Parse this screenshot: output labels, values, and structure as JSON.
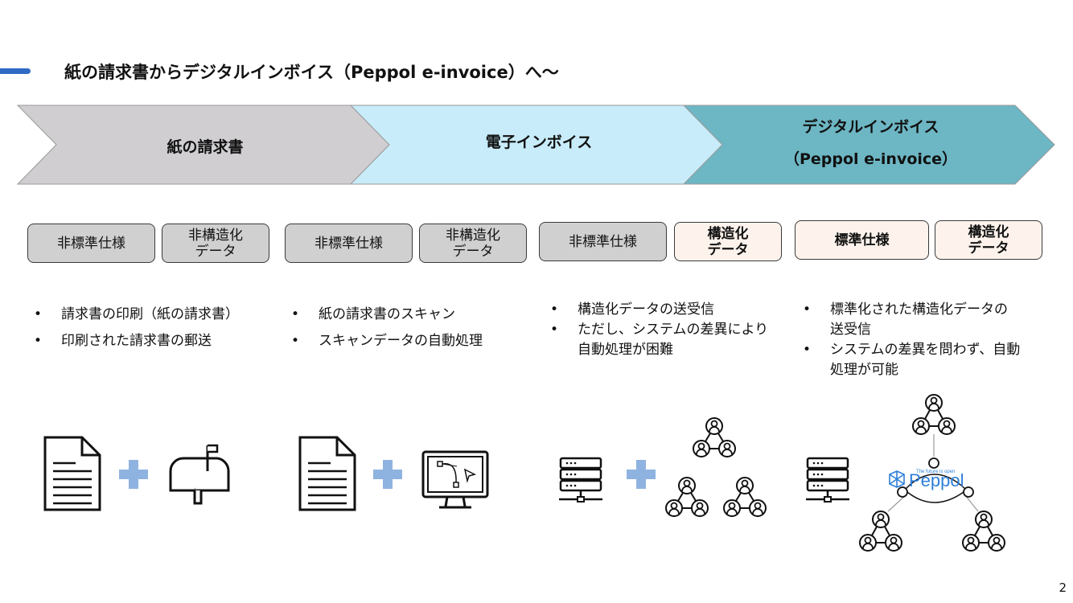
{
  "title": "紙の請求書からデジタルインボイス（Peppol e-invoice）へ～",
  "stages": [
    {
      "label_lines": [
        "紙の請求書"
      ],
      "fill": "#d0ced1"
    },
    {
      "label_lines": [
        "電子インボイス"
      ],
      "fill": "#c8ecf9"
    },
    {
      "label_lines": [
        "デジタルインボイス",
        "（Peppol e-invoice）"
      ],
      "fill": "#6db6c4"
    }
  ],
  "tags": [
    {
      "text": "非標準仕様",
      "style": "grey"
    },
    {
      "text": "非構造化\nデータ",
      "style": "grey"
    },
    {
      "text": "非標準仕様",
      "style": "grey"
    },
    {
      "text": "非構造化\nデータ",
      "style": "grey"
    },
    {
      "text": "非標準仕様",
      "style": "grey"
    },
    {
      "text": "構造化\nデータ",
      "style": "cream"
    },
    {
      "text": "標準仕様",
      "style": "cream"
    },
    {
      "text": "構造化\nデータ",
      "style": "cream"
    }
  ],
  "bullets": [
    [
      "請求書の印刷（紙の請求書）",
      "印刷された請求書の郵送"
    ],
    [
      "紙の請求書のスキャン",
      "スキャンデータの自動処理"
    ],
    [
      "構造化データの送受信",
      "ただし、システムの差異により\n自動処理が困難"
    ],
    [
      "標準化された構造化データの\n送受信",
      "システムの差異を問わず、自動\n処理が可能"
    ]
  ],
  "icons": [
    "document-icon",
    "plus-icon",
    "mailbox-icon",
    "document-icon",
    "plus-icon",
    "monitor-vector-icon",
    "server-icon",
    "plus-icon",
    "network-icon",
    "server-icon",
    "peppol-network-icon"
  ],
  "peppol": {
    "logo_text": "Peppol",
    "tagline": "The future is open"
  },
  "page_number": "2",
  "colors": {
    "accent": "#2f6bc4",
    "plus": "#8fb3e0",
    "peppol_blue": "#2e7fd9"
  }
}
